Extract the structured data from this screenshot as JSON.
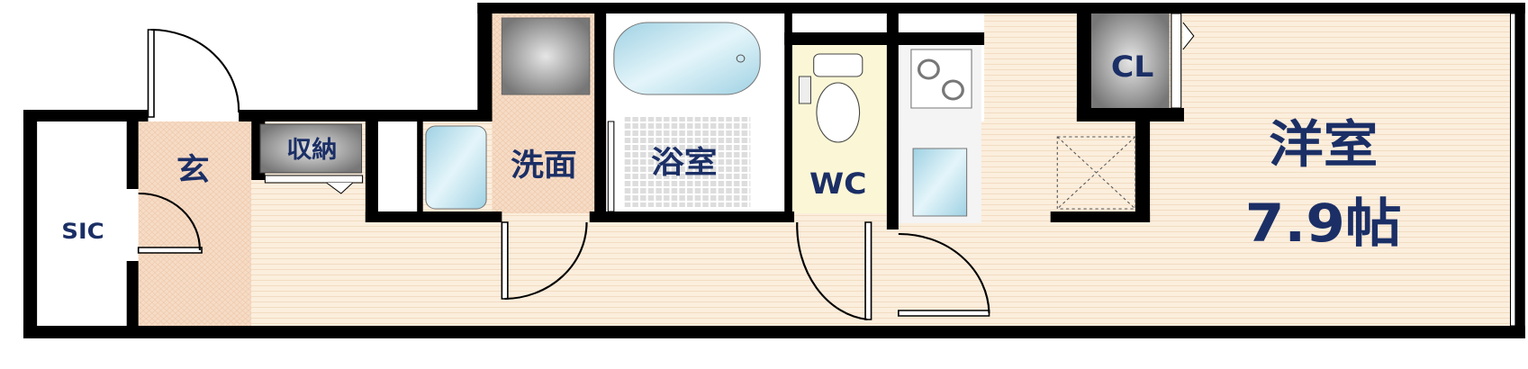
{
  "rooms": {
    "sic": "SIC",
    "genkan": "玄",
    "storage": "収納",
    "washroom": "洗面",
    "bathroom": "浴室",
    "wc": "WC",
    "closet": "CL",
    "western_room": "洋室",
    "western_room_size": "7.9帖"
  },
  "colors": {
    "wall": "#000000",
    "label": "#1b2f66",
    "floor": "#fbeedd",
    "genkan_floor": "#f6dcc6",
    "wc_floor": "#fbf7d6",
    "closet_fill": "#8a8a8a",
    "water": "#bfe3ee"
  }
}
